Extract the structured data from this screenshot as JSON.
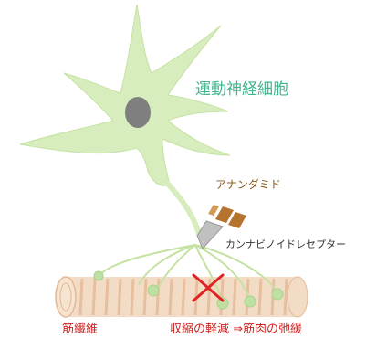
{
  "labels": {
    "neuron": "運動神経細胞",
    "anandamide": "アナンダミド",
    "receptor": "カンナビノイドレセプター",
    "muscle_fiber": "筋繊維",
    "effect": "収縮の軽減 ⇒筋肉の弛緩"
  },
  "colors": {
    "neuron_fill": "#d8edbd",
    "neuron_stroke": "#c5e2a3",
    "nucleus": "#7f7f7f",
    "muscle_fill": "#f3dcc6",
    "muscle_band": "#e4b896",
    "terminal_bulb": "#bfe0a3",
    "anandamide": "#b5732e",
    "receptor_arrow": "#c0c0c0",
    "cross": "#e02424",
    "neuron_label": "#3fb68e",
    "anandamide_label": "#8a5a1e",
    "receptor_label": "#333333",
    "fiber_label": "#cc2222"
  }
}
